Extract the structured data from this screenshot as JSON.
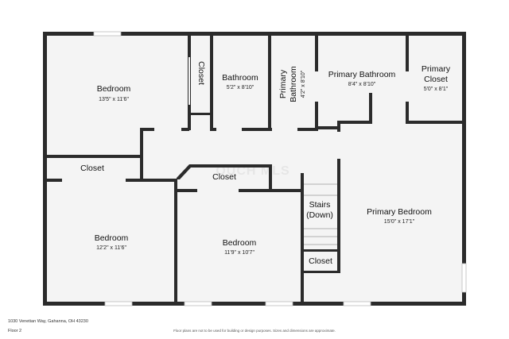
{
  "rooms": {
    "bedroom_nw": {
      "name": "Bedroom",
      "dims": "13'5\" x 11'6\""
    },
    "closet_top": {
      "name": "Closet"
    },
    "bathroom": {
      "name": "Bathroom",
      "dims": "5'2\" x 8'10\""
    },
    "primary_bath_small": {
      "name_line1": "Primary",
      "name_line2": "Bathroom",
      "dims": "4'2\" x 8'10\""
    },
    "primary_bath": {
      "name": "Primary Bathroom",
      "dims": "8'4\" x 8'10\""
    },
    "primary_closet": {
      "name_line1": "Primary",
      "name_line2": "Closet",
      "dims": "5'0\" x 8'1\""
    },
    "closet_left": {
      "name": "Closet"
    },
    "closet_mid": {
      "name": "Closet"
    },
    "stairs": {
      "name_line1": "Stairs",
      "name_line2": "(Down)"
    },
    "primary_bedroom": {
      "name": "Primary Bedroom",
      "dims": "15'0\" x 17'1\""
    },
    "bedroom_sw": {
      "name": "Bedroom",
      "dims": "12'2\" x 11'6\""
    },
    "bedroom_s": {
      "name": "Bedroom",
      "dims": "11'9\" x 10'7\""
    },
    "closet_br": {
      "name": "Closet"
    }
  },
  "watermark": "OUCH MLS",
  "footer": {
    "address": "1030 Venetian Way, Gahanna, OH 43230",
    "floor": "Floor 2",
    "disclaimer": "Floor plans are not to be used for building or design purposes. Sizes and dimensions are approximate."
  },
  "colors": {
    "wall": "#2b2b2b",
    "floor": "#f4f4f4",
    "window": "#bdbdbd"
  }
}
